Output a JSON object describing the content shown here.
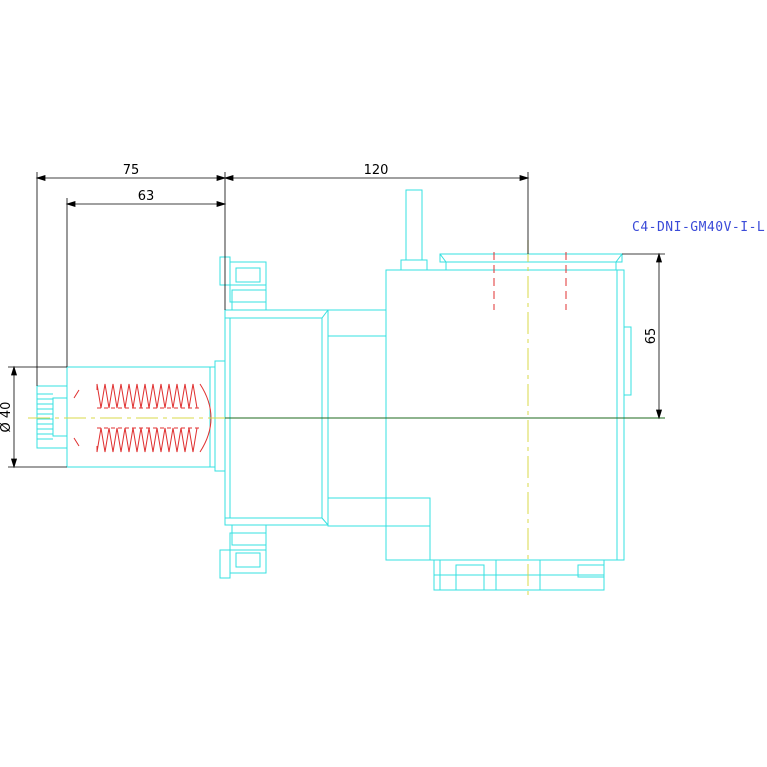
{
  "drawing": {
    "part_label": "C4-DNI-GM40V-I-L",
    "dimensions": {
      "total_length": "75",
      "shank_length": "63",
      "body_width": "120",
      "height": "65",
      "diameter": "Ø 40"
    }
  },
  "colors": {
    "outline": "#36e0e0",
    "dimension": "#000000",
    "center": "#d8d84a",
    "thread": "#e03030",
    "label": "#3b4bd8",
    "axis": "#1e6a1e"
  }
}
